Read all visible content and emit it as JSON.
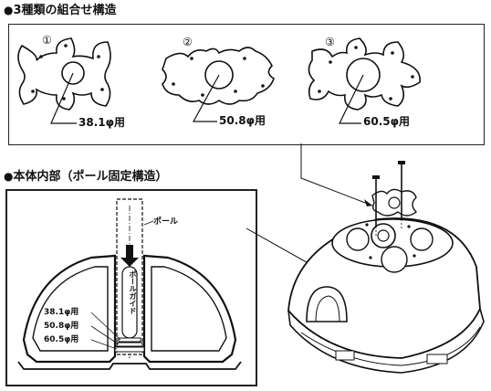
{
  "section1": {
    "bullet": "●",
    "title": "3種類の組合せ構造",
    "items": [
      {
        "number": "①",
        "size": "38.1φ用"
      },
      {
        "number": "②",
        "size": "50.8φ用"
      },
      {
        "number": "③",
        "size": "60.5φ用"
      }
    ]
  },
  "section2": {
    "bullet": "●",
    "title": "本体内部（ポール固定構造）",
    "pole_label": "ポール",
    "guide_label": "ポールガイド",
    "size_labels": [
      "38.1φ用",
      "50.8φ用",
      "60.5φ用"
    ]
  }
}
